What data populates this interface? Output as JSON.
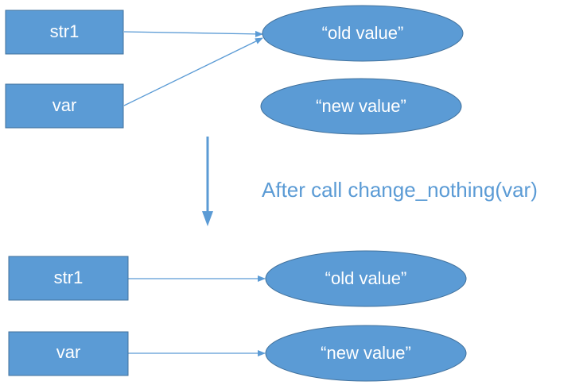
{
  "colors": {
    "box_fill": "#5b9bd5",
    "box_stroke": "#41719c",
    "ellipse_fill": "#5b9bd5",
    "arrow": "#5b9bd5",
    "label_text": "#ffffff",
    "caption_text": "#5b9bd5"
  },
  "before": {
    "var_names": [
      "str1",
      "var"
    ],
    "values": [
      "“old value”",
      "“new value”"
    ]
  },
  "caption": "After call change_nothing(var)",
  "after": {
    "var_names": [
      "str1",
      "var"
    ],
    "values": [
      "“old value”",
      "“new value”"
    ]
  }
}
